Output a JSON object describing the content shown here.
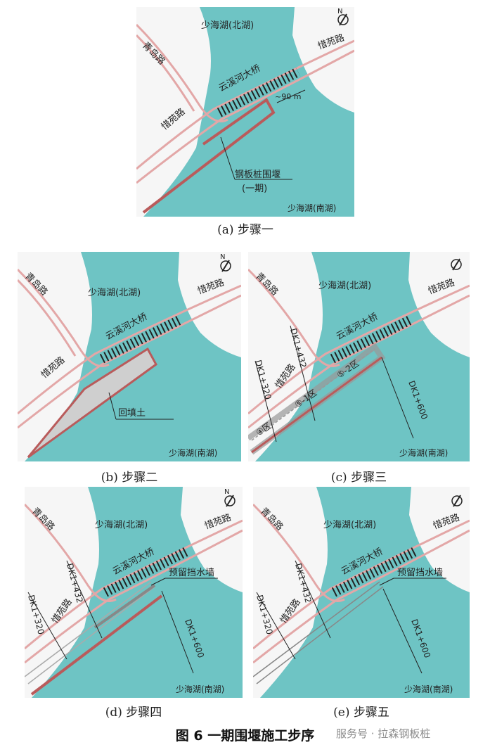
{
  "colors": {
    "water": "#6ec4c4",
    "land": "#f6f6f6",
    "road": "#e3a7a7",
    "cofferdam": "#b95b5b",
    "bridge": "#222222"
  },
  "labels": {
    "north_lake": "少海湖(北湖)",
    "south_lake": "少海湖(南湖)",
    "bridge": "云溪河大桥",
    "qingdao_road": "青岛路",
    "xiyuan_road": "惜苑路",
    "north": "N",
    "dim_90": "~90 m",
    "sheet_pile": "钢板桩围堰",
    "phase_one": "(一期)",
    "backfill": "回填土",
    "dk1_432": "DK1+432",
    "dk1_320": "DK1+320",
    "dk1_600": "DK1+600",
    "zone4": "④区",
    "zone5_1": "⑤-1区",
    "zone5_2": "⑤-2区",
    "retaining_wall": "预留挡水墙"
  },
  "captions": {
    "a": "(a) 步骤一",
    "b": "(b) 步骤二",
    "c": "(c) 步骤三",
    "d": "(d) 步骤四",
    "e": "(e) 步骤五"
  },
  "figure_title": "图 6  一期围堰施工步序",
  "watermark": "服务号 · 拉森钢板桩"
}
